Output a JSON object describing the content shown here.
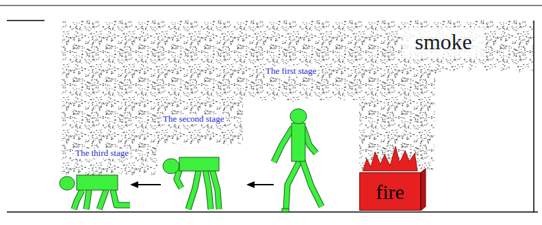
{
  "diagram": {
    "nodes": [
      {
        "text": [
          "smoke"
        ]
      },
      {
        "text": [
          "fire"
        ]
      }
    ],
    "labels": [
      "The first stage",
      "The second stage",
      "The third stage"
    ]
  }
}
